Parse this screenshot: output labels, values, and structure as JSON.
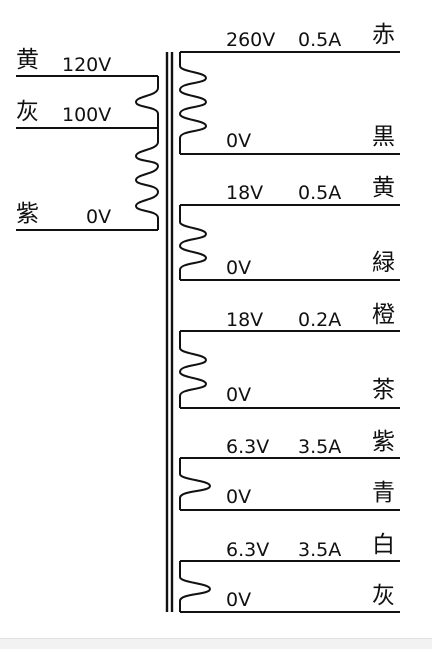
{
  "primary": {
    "wires": [
      {
        "color": "黄",
        "voltage": "120V"
      },
      {
        "color": "灰",
        "voltage": "100V"
      },
      {
        "color": "紫",
        "voltage": "0V"
      }
    ]
  },
  "secondaries": [
    {
      "voltage": "260V",
      "current": "0.5A",
      "top_color": "赤",
      "zero": "0V",
      "bottom_color": "黒"
    },
    {
      "voltage": "18V",
      "current": "0.5A",
      "top_color": "黄",
      "zero": "0V",
      "bottom_color": "緑"
    },
    {
      "voltage": "18V",
      "current": "0.2A",
      "top_color": "橙",
      "zero": "0V",
      "bottom_color": "茶"
    },
    {
      "voltage": "6.3V",
      "current": "3.5A",
      "top_color": "紫",
      "zero": "0V",
      "bottom_color": "青"
    },
    {
      "voltage": "6.3V",
      "current": "3.5A",
      "top_color": "白",
      "zero": "0V",
      "bottom_color": "灰"
    }
  ]
}
